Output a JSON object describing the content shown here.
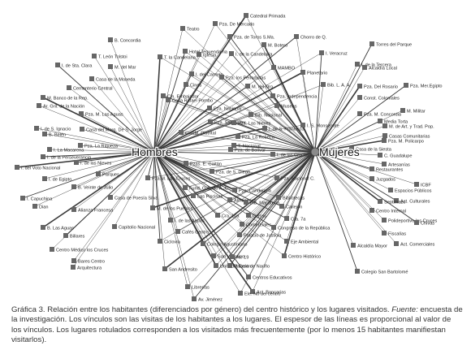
{
  "hubs": [
    {
      "id": "hombres",
      "label": "Hombres"
    },
    {
      "id": "mujeres",
      "label": "Mujeres"
    }
  ],
  "places": [
    "Catedral Primada",
    "Pza. De Mercado",
    "Teatro",
    "Pza. de Toros S.Ma.",
    "Chorro de Q.",
    "B. Concordia",
    "M. Botero",
    "I. de la Candelaria",
    "Hotel Tequendama",
    "T. la Candelaria",
    "Iglesia",
    "T. León Tolstoi",
    "I. de Sta. Clara",
    "M. del Mar",
    "Casa de la Moneda",
    "Cementerio Central",
    "I. del Carmen",
    "MAMBO",
    "Planetario",
    "Pza. los Periodistas",
    "M. del Oro",
    "Cines",
    "Casa Rafael Pombo",
    "Cin. Embajador",
    "Pza. Independencia",
    "Museos",
    "Ar. Gril. de la Nación",
    "M. Banco de la Rep.",
    "Pza. Nacional",
    "Bib. Nacional",
    "Pza. M. Las Aguas",
    "Pza. Santander",
    "Pza. Las Nieves",
    "I. de S. Ignacio",
    "Casa del Marq. De S. Jorge",
    "B. Belén",
    "I. de S. Francisco",
    "CineM. Distrital",
    "Pza. La Rebeca",
    "I. La Macarena",
    "I. de la Perseverancia",
    "Pza. La Riqueza",
    "T. Nacional",
    "Pza. de Bolívar",
    "I. de las Cruces",
    "I. del Voto Nacional",
    "Pzas. E. Gaitán",
    "Pza. de S. Diego",
    "I. de las Nieves",
    "Parques",
    "I. de Egipto",
    "B. Veinte de Julio",
    "Pza.M. Las Cruces",
    "Fund. Gilberto A.-C.",
    "Pza. Candelaria",
    "Las Piscinas",
    "I. Capuchina",
    "Casa de Poesía Silva",
    "Dian",
    "Alianza Francesa",
    "M. de los Pueblos",
    "Capitolio Nacional",
    "I. de las Aguas",
    "B. Las Aguas",
    "Billares",
    "Centro Médico los Cruces",
    "Bares Centro",
    "Arquitectura",
    "Ciclovía",
    "San Andresito",
    "Librerías",
    "Av. Jiménez",
    "Univ. del Centro",
    "San Victorino",
    "Cafés Centro",
    "Colegio Agustiniano",
    "Congreso de la República",
    "Eje Ambiental",
    "Centro Histórico",
    "Palacio de Nariño",
    "Centros Educativos",
    "Act. Bancarias",
    "Ele. No del centro",
    "Av. 19",
    "Cra. 10a",
    "Cerros",
    "Comerciales",
    "Palacio de Justicia",
    "Cra. 7a",
    "Almacenes",
    "Bib. Macarena",
    "Bibliotecas",
    "Callejón",
    "Pza. Nacional C.",
    "Bib. L. A. A.",
    "I. Veracruz",
    "Torres del Parque",
    "I. de la Tercera",
    "Alcaldía Local",
    "Pza. Del Rosario",
    "Pza. Mer.Egipto",
    "Const. Coloniales",
    "Pza. M. Concordia",
    "M. Militar",
    "Media Torta",
    "M. de Art. y Trad. Pop.",
    "Casas Comunitarias",
    "I. S. Monserrate",
    "Pza. M. Policarpo",
    "Casa de la Siesta",
    "C. Guadalupe",
    "Artesanías",
    "Restaurantes",
    "Juzgados",
    "ICBF",
    "Espacios Públicos",
    "Act. Culturales",
    "Septimazo",
    "Centro Internal",
    "Polideportivo las Cruces",
    "Chivas",
    "Fiscalías",
    "Alcaldía Mayor",
    "Act. Comerciales",
    "Colegio San Bartolomé"
  ],
  "caption": {
    "title": "Gráfica 3. Relación entre los habitantes (diferenciados por género) del centro histórico y los lugares visitados.",
    "source_label": "Fuente:",
    "source_text": " encuesta de la investigación. Los vínculos son las visitas de los habitantes a los lugares. El espesor de las líneas es proporcional al valor de los vínculos. Los lugares rotulados corresponden a los visitados más frecuentemente (por lo menos 15 habitantes manifiestan visitarlos)."
  },
  "colors": {
    "node": "#666666",
    "hub": "#8a8a8a",
    "edge": "#3a3a3a"
  }
}
